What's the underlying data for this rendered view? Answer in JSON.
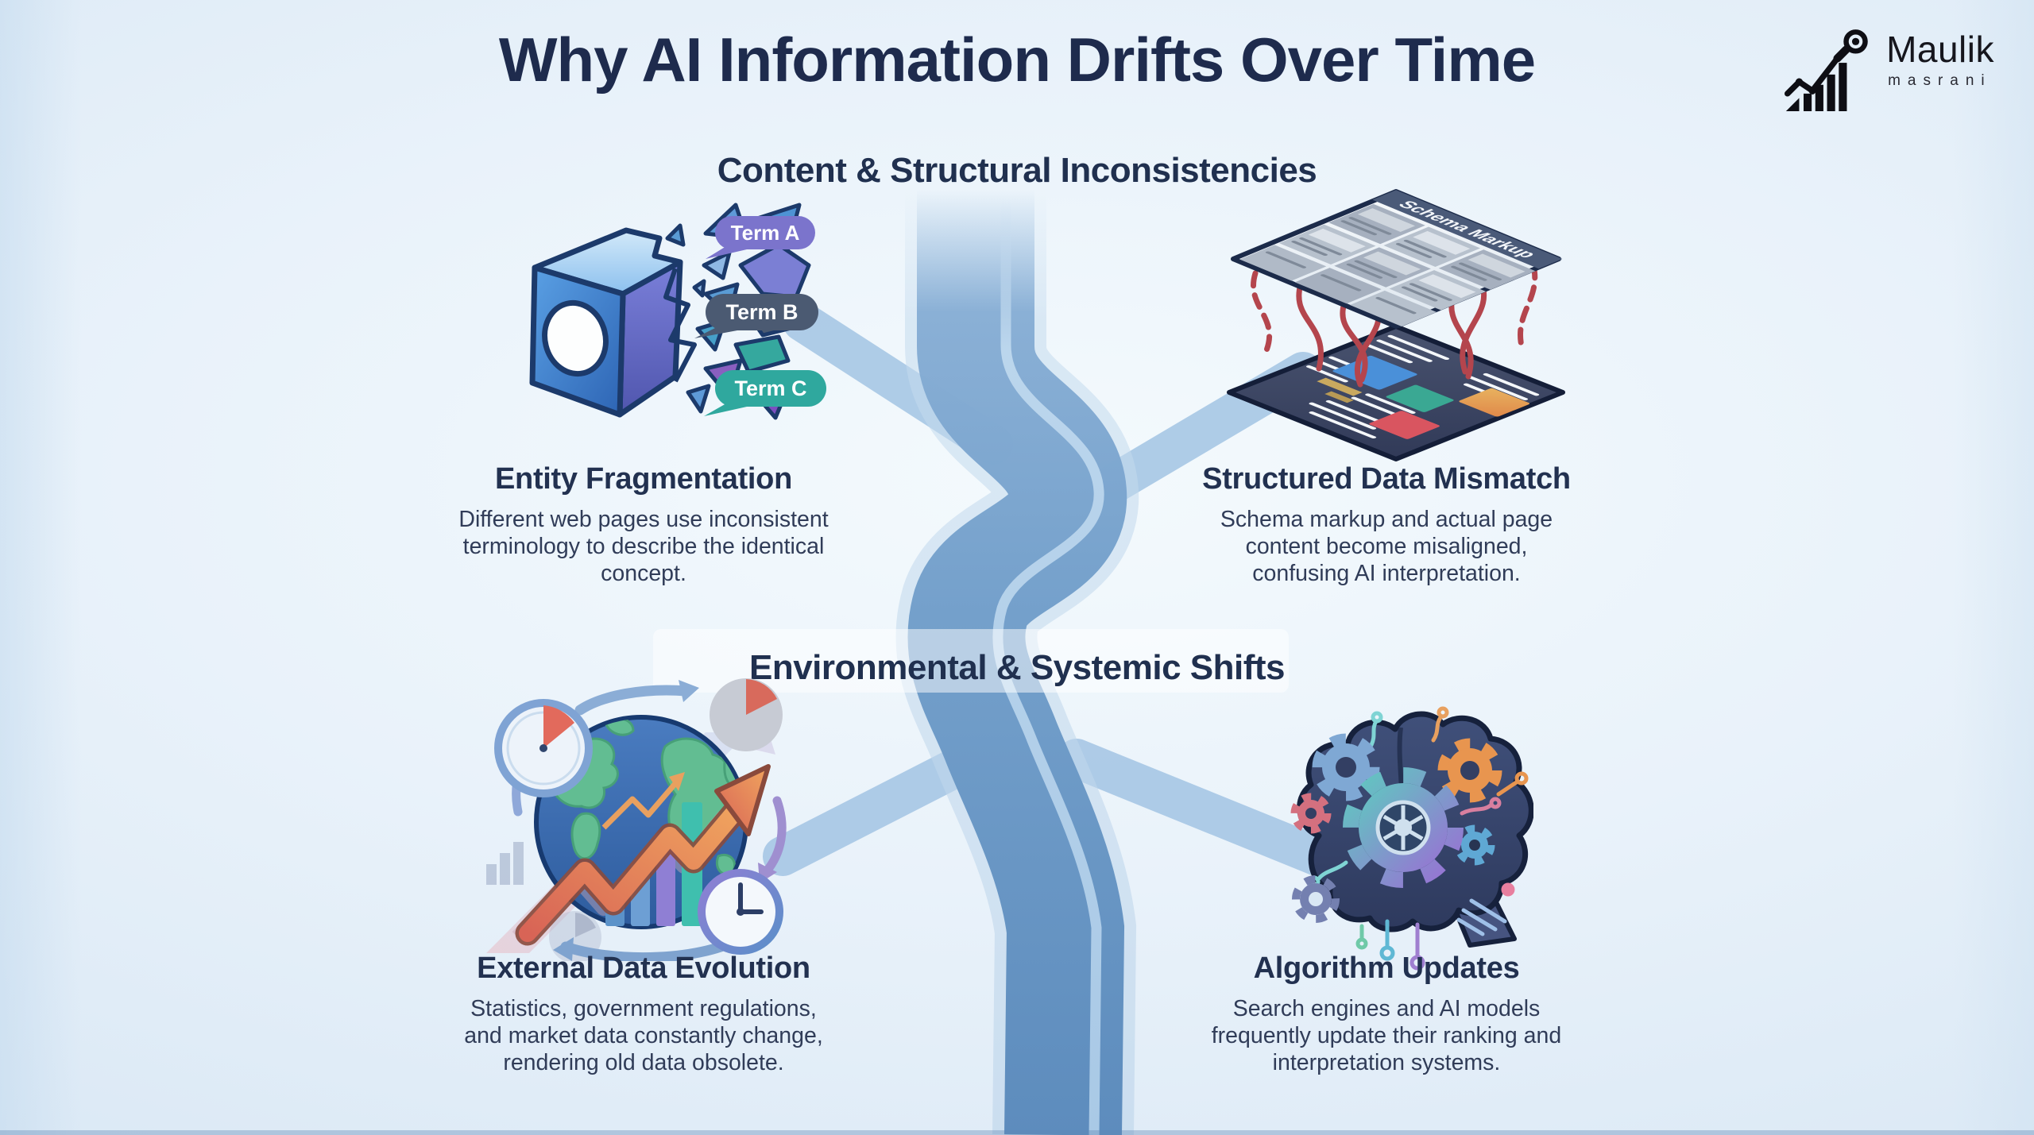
{
  "page": {
    "title": "Why AI Information Drifts Over Time"
  },
  "brand": {
    "name": "Maulik",
    "subname": "masrani",
    "icon": "bar-chart-magnifier-logo"
  },
  "sections": [
    {
      "label": "Content & Structural Inconsistencies",
      "cards": [
        {
          "icon": "shattered-cube-icon",
          "title": "Entity Fragmentation",
          "description": "Different web pages use inconsistent terminology to describe the identical concept.",
          "term_labels": [
            "Term A",
            "Term B",
            "Term C"
          ],
          "term_colors": [
            "#7b74cc",
            "#4b5a72",
            "#2fa89e"
          ]
        },
        {
          "icon": "schema-layers-icon",
          "title": "Structured Data Mismatch",
          "description": "Schema markup and actual page content become misaligned, confusing AI interpretation.",
          "panel_label": "Schema Markup"
        }
      ]
    },
    {
      "label": "Environmental & Systemic Shifts",
      "cards": [
        {
          "icon": "globe-trend-icon",
          "title": "External Data Evolution",
          "description": "Statistics, government regulations, and market data constantly change, rendering old data obsolete."
        },
        {
          "icon": "brain-gears-icon",
          "title": "Algorithm Updates",
          "description": "Search engines and AI models frequently update their ranking and interpretation systems."
        }
      ]
    }
  ],
  "colors": {
    "background": "#ddebf7",
    "river": "#6f9cc8",
    "title_text": "#1e2b4d",
    "body_text": "#303c58",
    "term_a": "#7b74cc",
    "term_b": "#4b5a72",
    "term_c": "#2fa89e",
    "connector_red": "#b4454d"
  }
}
